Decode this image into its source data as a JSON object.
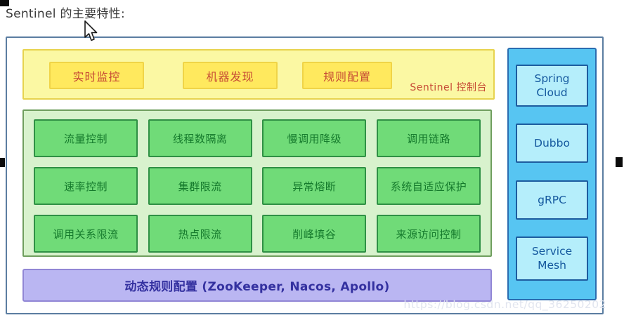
{
  "page": {
    "title": "Sentinel 的主要特性:",
    "watermark": "https://blog.csdn.net/qq_36250202"
  },
  "console_panel": {
    "label": "Sentinel 控制台",
    "buttons": [
      "实时监控",
      "机器发现",
      "规则配置"
    ]
  },
  "features_panel": {
    "rows": [
      [
        "流量控制",
        "线程数隔离",
        "慢调用降级",
        "调用链路"
      ],
      [
        "速率控制",
        "集群限流",
        "异常熔断",
        "系统自适应保护"
      ],
      [
        "调用关系限流",
        "热点限流",
        "削峰填谷",
        "来源访问控制"
      ]
    ]
  },
  "dynamic_rules_bar": {
    "label": "动态规则配置 (ZooKeeper, Nacos, Apollo)"
  },
  "integrations_panel": {
    "items": [
      "Spring Cloud",
      "Dubbo",
      "gRPC",
      "Service Mesh"
    ]
  },
  "colors": {
    "outer_border": "#5b7da1",
    "yellow_panel_bg": "#fbf8a3",
    "yellow_panel_border": "#e7d34e",
    "yellow_button_bg": "#ffe95e",
    "yellow_text": "#c64a35",
    "green_panel_bg": "#d8f2cd",
    "green_button_bg": "#70db78",
    "green_text": "#157a2c",
    "purple_bar_bg": "#bab6f2",
    "purple_text": "#3431a0",
    "blue_panel_bg": "#57c5f2",
    "blue_box_bg": "#b5eefb",
    "blue_text": "#14589e",
    "watermark_text": "#dfe4ee"
  }
}
